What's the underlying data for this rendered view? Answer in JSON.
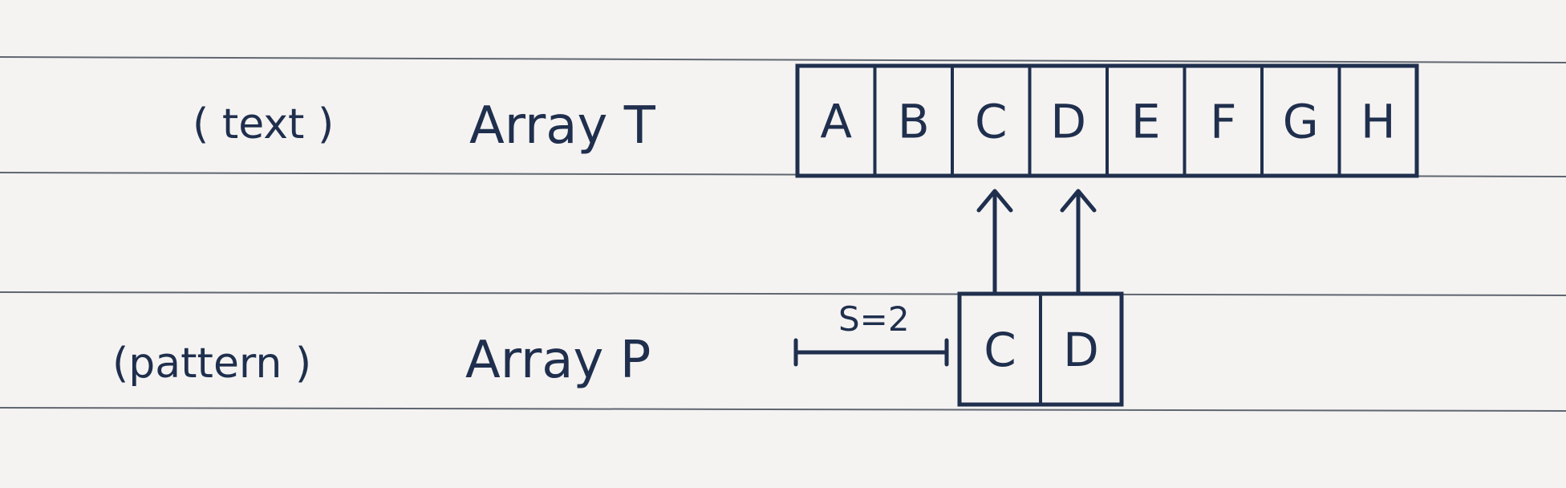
{
  "colors": {
    "paper": "#f5f3f2",
    "rule_line": "#5f6670",
    "ink": "#1f2f4d"
  },
  "text_array": {
    "tag": "( text )",
    "label": "Array T",
    "cells": [
      "A",
      "B",
      "C",
      "D",
      "E",
      "F",
      "G",
      "H"
    ]
  },
  "pattern_array": {
    "tag": "(pattern )",
    "label": "Array P",
    "cells": [
      "C",
      "D"
    ]
  },
  "shift": {
    "label": "S=2"
  }
}
